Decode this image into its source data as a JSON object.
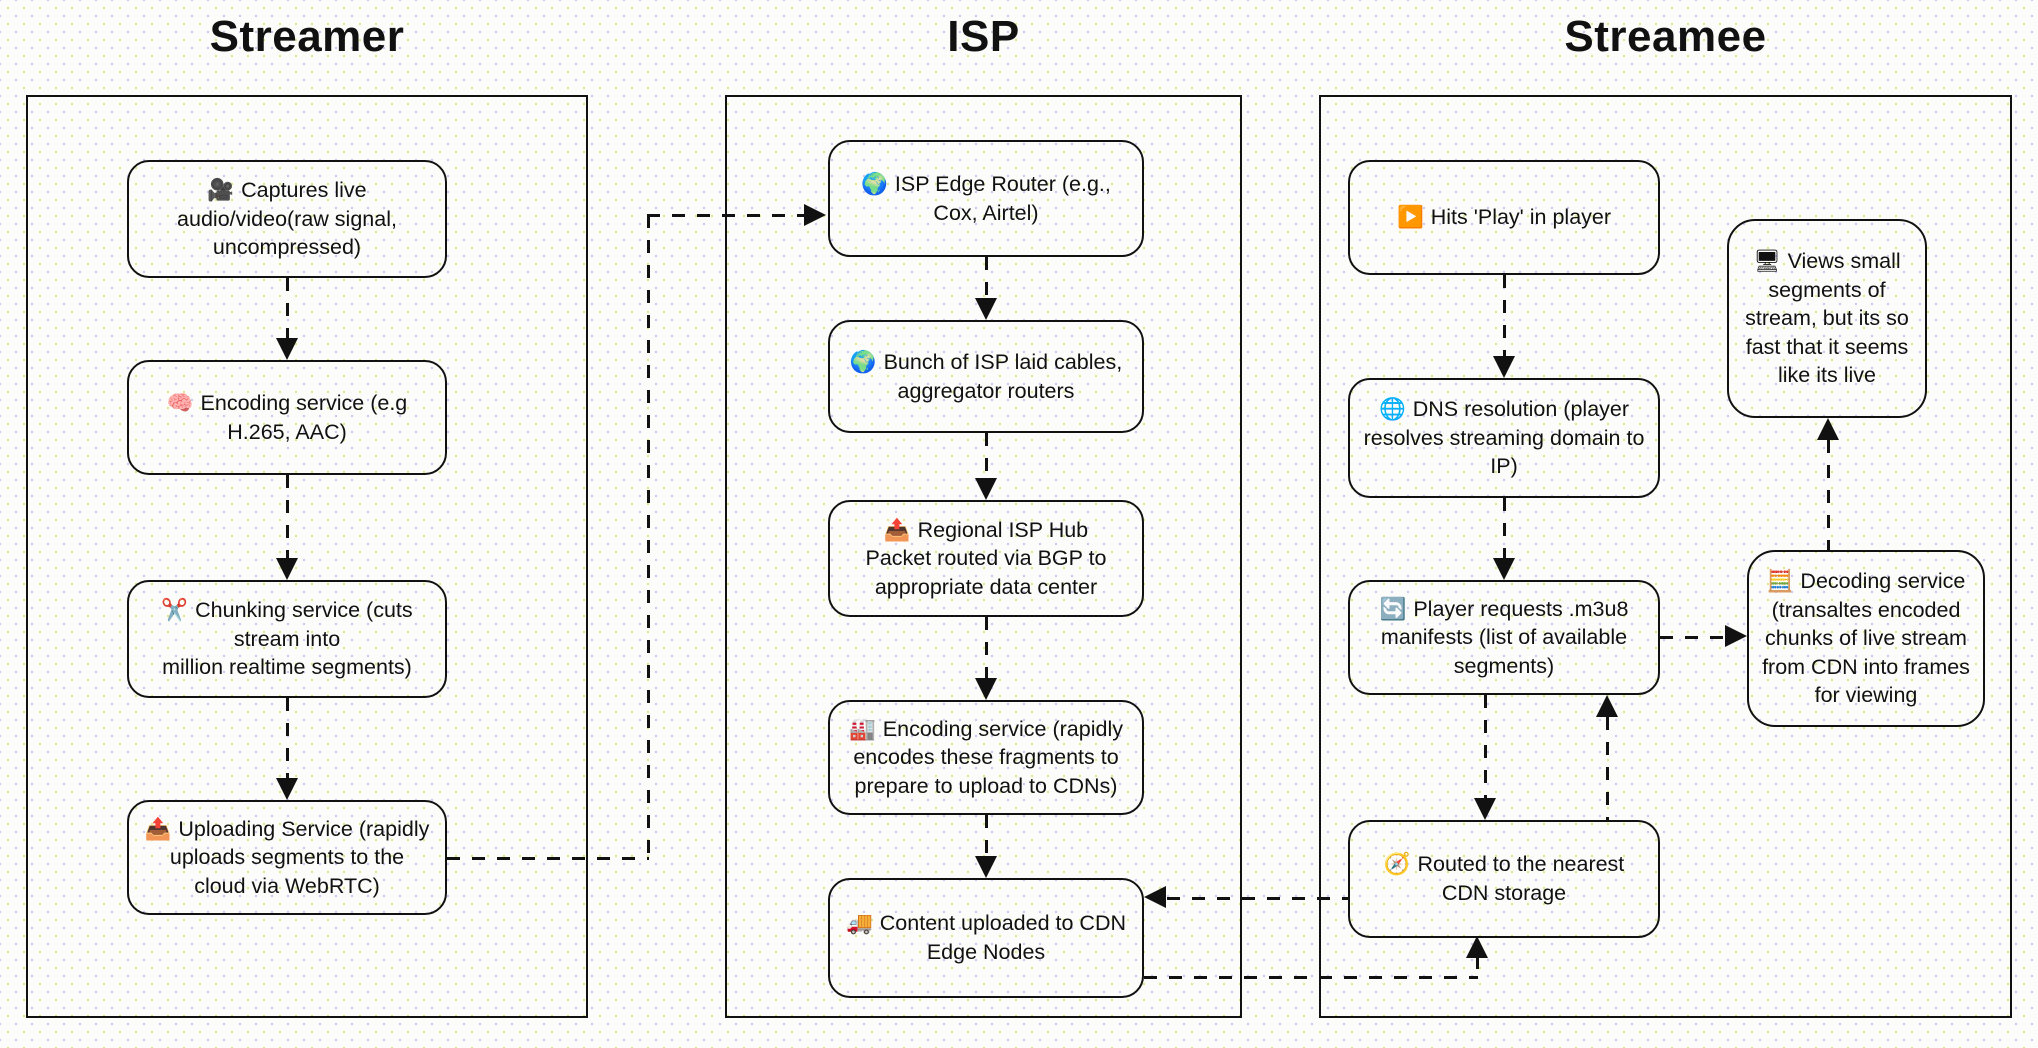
{
  "colors": {
    "ink": "#111111",
    "bg": "#fcfcfa",
    "dot_yellow": "#eae390",
    "dot_blue": "#c9c9ec"
  },
  "columns": [
    {
      "title": "Streamer",
      "boxes": [
        {
          "icon": "🎥",
          "text": "Captures live\naudio/video(raw signal,\nuncompressed)"
        },
        {
          "icon": "🧠",
          "text": "Encoding service (e.g\nH.265, AAC)"
        },
        {
          "icon": "✂️",
          "text": "Chunking service (cuts\nstream into\nmillion realtime segments)"
        },
        {
          "icon": "📤",
          "text": "Uploading Service (rapidly\nuploads segments to the\ncloud via WebRTC)"
        }
      ]
    },
    {
      "title": "ISP",
      "boxes": [
        {
          "icon": "🌍",
          "text": "ISP Edge Router (e.g.,\nCox, Airtel)"
        },
        {
          "icon": "🌍",
          "text": "Bunch of ISP laid cables,\naggregator routers"
        },
        {
          "icon": "📤",
          "text": "Regional ISP Hub\nPacket routed via BGP to\nappropriate data center"
        },
        {
          "icon": "🏭",
          "text": "Encoding service (rapidly\nencodes these fragments to\nprepare to upload to CDNs)"
        },
        {
          "icon": "🚚",
          "text": "Content uploaded to CDN\nEdge Nodes"
        }
      ]
    },
    {
      "title": "Streamee",
      "boxes": [
        {
          "icon": "▶️",
          "text": "Hits 'Play' in player"
        },
        {
          "icon": "🌐",
          "text": "DNS resolution (player\nresolves streaming domain to\nIP)"
        },
        {
          "icon": "🔄",
          "text": "Player requests .m3u8\nmanifests (list of available\nsegments)"
        },
        {
          "icon": "🧭",
          "text": "Routed to the nearest\nCDN storage"
        }
      ],
      "side_boxes": [
        {
          "icon": "🖥",
          "text": "Views small\nsegments of\nstream, but its so\nfast that it seems\nlike its live"
        },
        {
          "icon": "🧮",
          "text": "Decoding service\n(transaltes encoded\nchunks of live stream\nfrom CDN into frames\nfor viewing"
        }
      ]
    }
  ]
}
